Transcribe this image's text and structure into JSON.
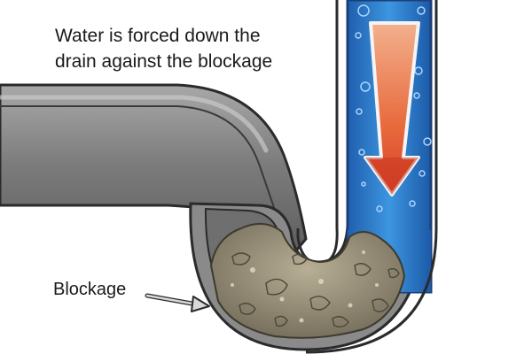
{
  "caption": {
    "line1": "Water is forced down the",
    "line2": "drain against the blockage"
  },
  "blockage_label": "Blockage",
  "colors": {
    "pipe_fill": "#7a7a7a",
    "pipe_outline": "#2b2b2b",
    "water": "#2f7fd0",
    "arrow": "#e2673a",
    "blockage": "#8d8573"
  }
}
